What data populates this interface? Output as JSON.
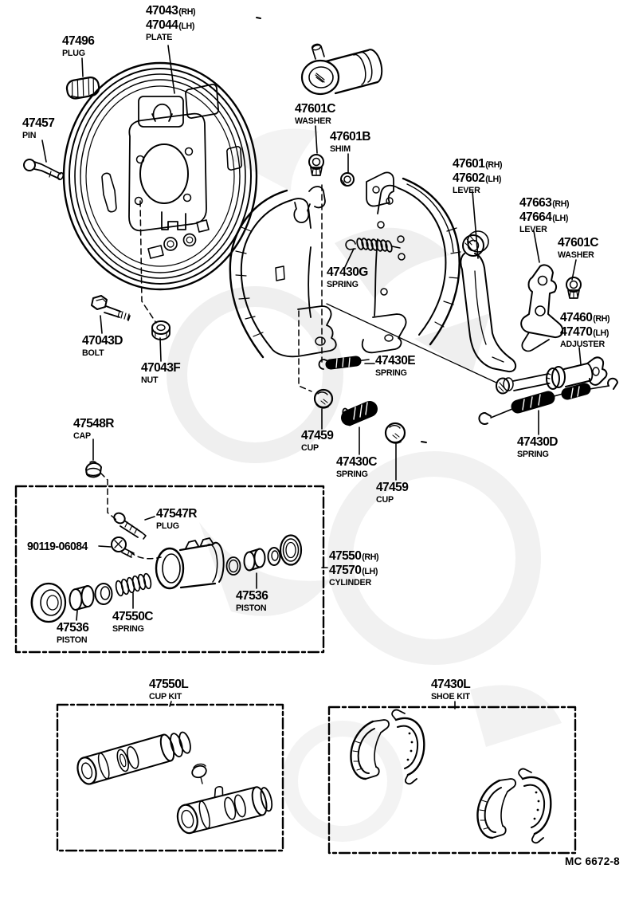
{
  "doc": {
    "code": "MC 6672-8"
  },
  "colors": {
    "ink": "#000000",
    "paper": "#ffffff",
    "watermark": "#ededed"
  },
  "labels": {
    "plate": {
      "l1n": "47043",
      "l1s": "(RH)",
      "l2n": "47044",
      "l2s": "(LH)",
      "name": "PLATE"
    },
    "plug47496": {
      "l1n": "47496",
      "name": "PLUG"
    },
    "pin47457": {
      "l1n": "47457",
      "name": "PIN"
    },
    "washer47601cA": {
      "l1n": "47601C",
      "name": "WASHER"
    },
    "shim47601b": {
      "l1n": "47601B",
      "name": "SHIM"
    },
    "lever47601": {
      "l1n": "47601",
      "l1s": "(RH)",
      "l2n": "47602",
      "l2s": "(LH)",
      "name": "LEVER"
    },
    "lever47663": {
      "l1n": "47663",
      "l1s": "(RH)",
      "l2n": "47664",
      "l2s": "(LH)",
      "name": "LEVER"
    },
    "washer47601cB": {
      "l1n": "47601C",
      "name": "WASHER"
    },
    "adjuster47460": {
      "l1n": "47460",
      "l1s": "(RH)",
      "l2n": "47470",
      "l2s": "(LH)",
      "name": "ADJUSTER"
    },
    "spring47430g": {
      "l1n": "47430G",
      "name": "SPRING"
    },
    "bolt47043d": {
      "l1n": "47043D",
      "name": "BOLT"
    },
    "nut47043f": {
      "l1n": "47043F",
      "name": "NUT"
    },
    "spring47430e": {
      "l1n": "47430E",
      "name": "SPRING"
    },
    "cup47459A": {
      "l1n": "47459",
      "name": "CUP"
    },
    "spring47430c": {
      "l1n": "47430C",
      "name": "SPRING"
    },
    "cup47459B": {
      "l1n": "47459",
      "name": "CUP"
    },
    "spring47430d": {
      "l1n": "47430D",
      "name": "SPRING"
    },
    "cap47548r": {
      "l1n": "47548R",
      "name": "CAP"
    },
    "plug47547r": {
      "l1n": "47547R",
      "name": "PLUG"
    },
    "bolt90119": {
      "l1n": "90119-06084"
    },
    "cylinder47550": {
      "l1n": "47550",
      "l1s": "(RH)",
      "l2n": "47570",
      "l2s": "(LH)",
      "name": "CYLINDER"
    },
    "piston47536A": {
      "l1n": "47536",
      "name": "PISTON"
    },
    "spring47550c": {
      "l1n": "47550C",
      "name": "SPRING"
    },
    "piston47536B": {
      "l1n": "47536",
      "name": "PISTON"
    },
    "cupkit47550l": {
      "l1n": "47550L",
      "name": "CUP KIT"
    },
    "shoekit47430l": {
      "l1n": "47430L",
      "name": "SHOE KIT"
    }
  }
}
